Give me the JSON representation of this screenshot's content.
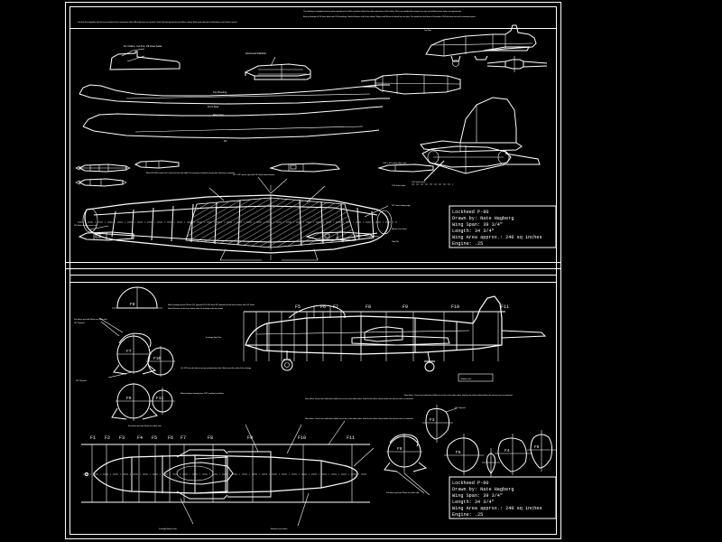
{
  "app": {
    "background_color": "#000000",
    "line_color": "#ffffff",
    "document_kind": "vector-cad-drawing"
  },
  "sheet": {
    "border_label": "drawing-sheet-border",
    "panels": [
      "upper-panel",
      "lower-panel"
    ]
  },
  "title_block": {
    "lines": [
      "Lockheed P-80",
      "Drawn by: Nate Hagberg",
      "Wing Span: 39 3/4\"",
      "Length: 34 3/4\"",
      "Wing Area approx.: 240 sq inches",
      "Engine: .25"
    ],
    "aircraft": "Lockheed P-80",
    "author": "Nate Hagberg",
    "wing_span": "39 3/4\"",
    "length": "34 3/4\"",
    "wing_area": "240 sq inches",
    "engine": ".25"
  },
  "header_notes": {
    "block_a": "This drawing is copyright and may not be reproduced or sold in any form without the written permission of the author. Plans are provided for personal use only and all dimensions shown are approximate.",
    "block_b": "Use this sheet together with the second sheet of the construction notes. All wood sizes are nominal. Check all parts against the plan before cutting. Balsa grain direction is indicated on each former and rib.",
    "block_c": "Built up fuselage of 1/8 sheet balsa with 1/16 sheathing. Sand all formers to the lines shown. Wing is built flat on the board over the plan. The model was first flown in November 1998 and trims out well at moderate power."
  },
  "upper_panel": {
    "notes": [
      "Fin Outline. Cut from 1/8 sheet balsa.",
      "Horizontal Stabilizer",
      "Top View",
      "Top Sheeting",
      "Front Spar",
      "Rear Spar",
      "1/8\" x 1/4\" spruce spar with 1/8\" balsa webs between.",
      "1/16\" x 1/4\" trailing edge stock",
      "1/16\" balsa sheet",
      "1/8\" sheet leading edge",
      "Make W1-W6 to match rib 1, decrease the web width. The wing tip is sanded to shape after sheeting is complete.",
      "1/8\" balsa doublers each side",
      "Aileron servo hatch",
      "Root Rib",
      "Tip Rib"
    ],
    "section_labels": [
      "W1",
      "W2",
      "W3",
      "W4",
      "W5",
      "W6",
      "R1"
    ],
    "views": [
      "fin-outline",
      "horizontal-stabilizer",
      "three-view-side",
      "three-view-top",
      "wing-planform",
      "wing-section",
      "rib-sections"
    ]
  },
  "lower_panel": {
    "stations_top": [
      "F5",
      "F6",
      "F7",
      "F8",
      "F9",
      "F10",
      "F11"
    ],
    "stations_bottom": [
      "F1",
      "F2",
      "F3",
      "F4",
      "F5",
      "F6",
      "F7",
      "F8",
      "F9",
      "F10",
      "F11"
    ],
    "formers": [
      "F3",
      "F4",
      "F5",
      "F6",
      "F7",
      "F8",
      "F9",
      "F10",
      "F11"
    ],
    "notes": [
      "Make fuselage former F8 from 1/4\" plywood, F9 & F10 from 1/8\" plywood and all other formers from 1/8\" balsa.",
      "Sand all formers to the lines shown after the fuselage sides are joined.",
      "For aileron pushrod. Make one either side.",
      "1/8\" Plywood",
      "1/8\" Plywood doubler",
      "Cut 1/8\" hole with tube to accept pushrod outer tube.  Make one either side of the fuselage.",
      "Fuselage Side View",
      "Make fuselage sheeting from 1/16\" medium hard balsa.",
      "Nose block. Carve from hard balsa. Hollow out as far as the intake ducts. Sand to the outline shown before the exhaust cone is cemented.",
      "Exhaust cone outline",
      "Fuselage Bottom View",
      "Tailplane seat"
    ]
  }
}
